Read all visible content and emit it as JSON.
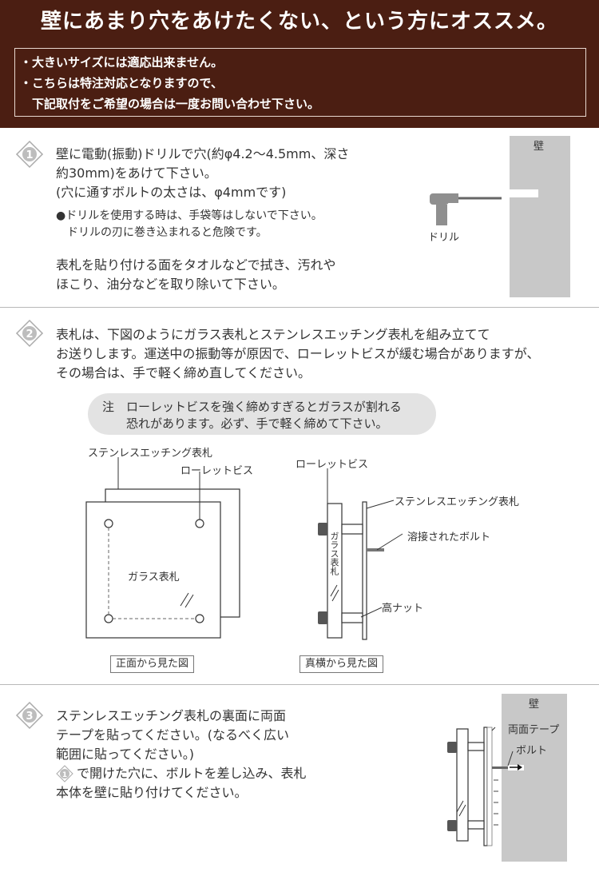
{
  "header": {
    "title": "壁にあまり穴をあけたくない、という方にオススメ。",
    "notice_lines": [
      "・大きいサイズには適応出来ません。",
      "・こちらは特注対応となりますので、",
      "　下記取付をご希望の場合は一度お問い合わせ下さい。"
    ]
  },
  "step1": {
    "badge": "1",
    "lines": [
      "壁に電動(振動)ドリルで穴(約φ4.2～4.5mm、深さ",
      "約30mm)をあけて下さい。",
      "(穴に通すボルトの太さは、φ4mmです)"
    ],
    "note_lines": [
      "●ドリルを使用する時は、手袋等はしないで下さい。",
      "　ドリルの刃に巻き込まれると危険です。"
    ],
    "lines2": [
      "表札を貼り付ける面をタオルなどで拭き、汚れや",
      "ほこり、油分などを取り除いて下さい。"
    ],
    "wall_label": "壁",
    "drill_label": "ドリル"
  },
  "step2": {
    "badge": "2",
    "lines": [
      "表札は、下図のようにガラス表札とステンレスエッチング表札を組み立てて",
      "お送りします。運送中の振動等が原因で、ローレットビスが緩む場合がありますが、",
      "その場合は、手で軽く締め直してください。"
    ],
    "caution_lines": [
      "注　ローレットビスを強く締めすぎるとガラスが割れる",
      "　　恐れがあります。必ず、手で軽く締めて下さい。"
    ],
    "front": {
      "label_stainless": "ステンレスエッチング表札",
      "label_screw": "ローレットビス",
      "label_glass": "ガラス表札",
      "caption": "正面から見た図"
    },
    "side": {
      "label_screw": "ローレットビス",
      "label_stainless": "ステンレスエッチング表札",
      "label_bolt": "溶接されたボルト",
      "label_glass": "ガラス表札",
      "label_nut": "高ナット",
      "caption": "真横から見た図"
    }
  },
  "step3": {
    "badge": "3",
    "lines": [
      "ステンレスエッチング表札の裏面に両面",
      "テープを貼ってください。(なるべく広い",
      "範囲に貼ってください。)"
    ],
    "ref_badge": "1",
    "line4_rest": "で開けた穴に、ボルトを差し込み、表札",
    "line5": "本体を壁に貼り付けてください。",
    "wall_label": "壁",
    "tape_label": "両面テープ",
    "bolt_label": "ボルト"
  },
  "colors": {
    "header_bg": "#4b1e12",
    "wall_gray": "#c8c8c8",
    "caution_bg": "#e3e3e3",
    "text": "#333333"
  }
}
